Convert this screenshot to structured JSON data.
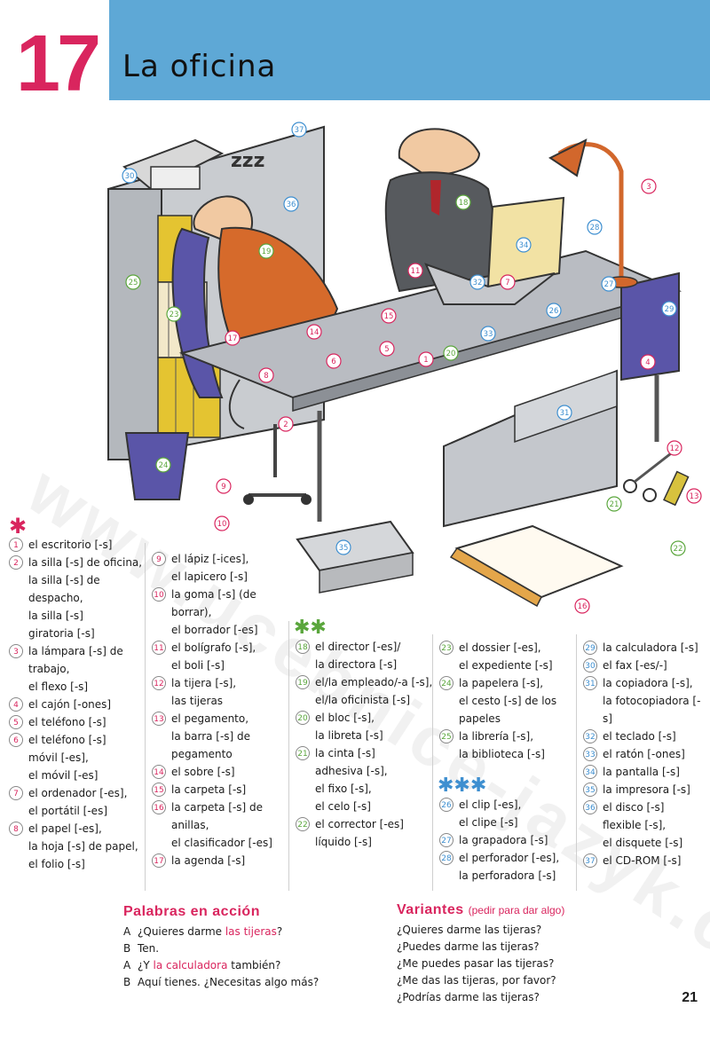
{
  "header": {
    "number": "17",
    "title": "La oficina"
  },
  "page_number": "21",
  "markers": {
    "level1": "✱",
    "level2": "✱✱",
    "level3": "✱✱✱"
  },
  "vocab": {
    "col1": [
      {
        "n": "1",
        "lines": [
          "el escritorio [-s]"
        ]
      },
      {
        "n": "2",
        "lines": [
          "la silla [-s] de oficina,",
          "la silla [-s] de",
          "despacho,",
          "la silla [-s]",
          "giratoria [-s]"
        ]
      },
      {
        "n": "3",
        "lines": [
          "la lámpara [-s] de",
          "trabajo,",
          "el flexo [-s]"
        ]
      },
      {
        "n": "4",
        "lines": [
          "el cajón [-ones]"
        ]
      },
      {
        "n": "5",
        "lines": [
          "el teléfono [-s]"
        ]
      },
      {
        "n": "6",
        "lines": [
          "el teléfono [-s]",
          "móvil [-es],",
          "el móvil [-es]"
        ]
      },
      {
        "n": "7",
        "lines": [
          "el ordenador [-es],",
          "el portátil [-es]"
        ]
      },
      {
        "n": "8",
        "lines": [
          "el papel [-es],",
          "la hoja [-s] de papel,",
          "el folio [-s]"
        ]
      }
    ],
    "col2": [
      {
        "n": "9",
        "lines": [
          "el lápiz [-ices],",
          "el lapicero [-s]"
        ]
      },
      {
        "n": "10",
        "lines": [
          "la goma [-s] (de",
          "borrar),",
          "el borrador [-es]"
        ]
      },
      {
        "n": "11",
        "lines": [
          "el bolígrafo [-s],",
          "el boli [-s]"
        ]
      },
      {
        "n": "12",
        "lines": [
          "la tijera [-s],",
          "las tijeras"
        ]
      },
      {
        "n": "13",
        "lines": [
          "el pegamento,",
          "la barra [-s] de",
          "pegamento"
        ]
      },
      {
        "n": "14",
        "lines": [
          "el sobre [-s]"
        ]
      },
      {
        "n": "15",
        "lines": [
          "la carpeta [-s]"
        ]
      },
      {
        "n": "16",
        "lines": [
          "la carpeta [-s] de",
          "anillas,",
          "el clasificador [-es]"
        ]
      },
      {
        "n": "17",
        "lines": [
          "la agenda [-s]"
        ]
      }
    ],
    "col3": [
      {
        "n": "18",
        "lines": [
          "el director [-es]/",
          "la directora [-s]"
        ]
      },
      {
        "n": "19",
        "lines": [
          "el/la empleado/-a [-s],",
          "el/la oficinista [-s]"
        ]
      },
      {
        "n": "20",
        "lines": [
          "el bloc [-s],",
          "la libreta [-s]"
        ]
      },
      {
        "n": "21",
        "lines": [
          "la cinta [-s]",
          "adhesiva [-s],",
          "el fixo [-s],",
          "el celo [-s]"
        ]
      },
      {
        "n": "22",
        "lines": [
          "el corrector [-es]",
          "líquido [-s]"
        ]
      }
    ],
    "col4a": [
      {
        "n": "23",
        "lines": [
          "el dossier [-es],",
          "el expediente [-s]"
        ]
      },
      {
        "n": "24",
        "lines": [
          "la papelera [-s],",
          "el cesto [-s] de los",
          "papeles"
        ]
      },
      {
        "n": "25",
        "lines": [
          "la librería [-s],",
          "la biblioteca [-s]"
        ]
      }
    ],
    "col4b": [
      {
        "n": "26",
        "lines": [
          "el clip [-es],",
          "el clipe [-s]"
        ]
      },
      {
        "n": "27",
        "lines": [
          "la grapadora [-s]"
        ]
      },
      {
        "n": "28",
        "lines": [
          "el perforador [-es],",
          "la perforadora [-s]"
        ]
      }
    ],
    "col5": [
      {
        "n": "29",
        "lines": [
          "la calculadora [-s]"
        ]
      },
      {
        "n": "30",
        "lines": [
          "el fax [-es/-]"
        ]
      },
      {
        "n": "31",
        "lines": [
          "la copiadora [-s],",
          "la fotocopiadora [-s]"
        ]
      },
      {
        "n": "32",
        "lines": [
          "el teclado [-s]"
        ]
      },
      {
        "n": "33",
        "lines": [
          "el ratón [-ones]"
        ]
      },
      {
        "n": "34",
        "lines": [
          "la pantalla [-s]"
        ]
      },
      {
        "n": "35",
        "lines": [
          "la impresora [-s]"
        ]
      },
      {
        "n": "36",
        "lines": [
          "el disco [-s]",
          "flexible [-s],",
          "el disquete [-s]"
        ]
      },
      {
        "n": "37",
        "lines": [
          "el CD-ROM [-s]"
        ]
      }
    ]
  },
  "palabras": {
    "heading": "Palabras en acción",
    "lines": [
      {
        "speaker": "A",
        "before": "¿Quieres darme ",
        "highlight": "las tijeras",
        "after": "?"
      },
      {
        "speaker": "B",
        "before": "Ten.",
        "highlight": "",
        "after": ""
      },
      {
        "speaker": "A",
        "before": "¿Y ",
        "highlight": "la calculadora",
        "after": " también?"
      },
      {
        "speaker": "B",
        "before": "Aquí tienes. ¿Necesitas algo más?",
        "highlight": "",
        "after": ""
      }
    ]
  },
  "variantes": {
    "heading": "Variantes",
    "note": "(pedir para dar algo)",
    "lines": [
      "¿Quieres darme las tijeras?",
      "¿Puedes darme las tijeras?",
      "¿Me puedes pasar las tijeras?",
      "¿Me das las tijeras, por favor?",
      "¿Podrías darme las tijeras?"
    ]
  },
  "illustration_callouts": [
    {
      "n": "37",
      "c": "blue"
    },
    {
      "n": "30",
      "c": "blue"
    },
    {
      "n": "36",
      "c": "blue"
    },
    {
      "n": "19",
      "c": "green"
    },
    {
      "n": "18",
      "c": "green"
    },
    {
      "n": "3",
      "c": "pink"
    },
    {
      "n": "28",
      "c": "blue"
    },
    {
      "n": "34",
      "c": "blue"
    },
    {
      "n": "25",
      "c": "green"
    },
    {
      "n": "23",
      "c": "green"
    },
    {
      "n": "11",
      "c": "pink"
    },
    {
      "n": "32",
      "c": "blue"
    },
    {
      "n": "7",
      "c": "pink"
    },
    {
      "n": "27",
      "c": "blue"
    },
    {
      "n": "15",
      "c": "pink"
    },
    {
      "n": "26",
      "c": "blue"
    },
    {
      "n": "29",
      "c": "blue"
    },
    {
      "n": "17",
      "c": "pink"
    },
    {
      "n": "14",
      "c": "pink"
    },
    {
      "n": "33",
      "c": "blue"
    },
    {
      "n": "5",
      "c": "pink"
    },
    {
      "n": "6",
      "c": "pink"
    },
    {
      "n": "1",
      "c": "pink"
    },
    {
      "n": "20",
      "c": "green"
    },
    {
      "n": "4",
      "c": "pink"
    },
    {
      "n": "8",
      "c": "pink"
    },
    {
      "n": "31",
      "c": "blue"
    },
    {
      "n": "2",
      "c": "pink"
    },
    {
      "n": "24",
      "c": "green"
    },
    {
      "n": "12",
      "c": "pink"
    },
    {
      "n": "9",
      "c": "pink"
    },
    {
      "n": "13",
      "c": "pink"
    },
    {
      "n": "21",
      "c": "green"
    },
    {
      "n": "10",
      "c": "pink"
    },
    {
      "n": "22",
      "c": "green"
    },
    {
      "n": "35",
      "c": "blue"
    },
    {
      "n": "16",
      "c": "pink"
    }
  ],
  "colors": {
    "accent_pink": "#d9255e",
    "accent_green": "#5aa63c",
    "accent_blue": "#3e8fd0",
    "header_band": "#5ea8d6"
  }
}
